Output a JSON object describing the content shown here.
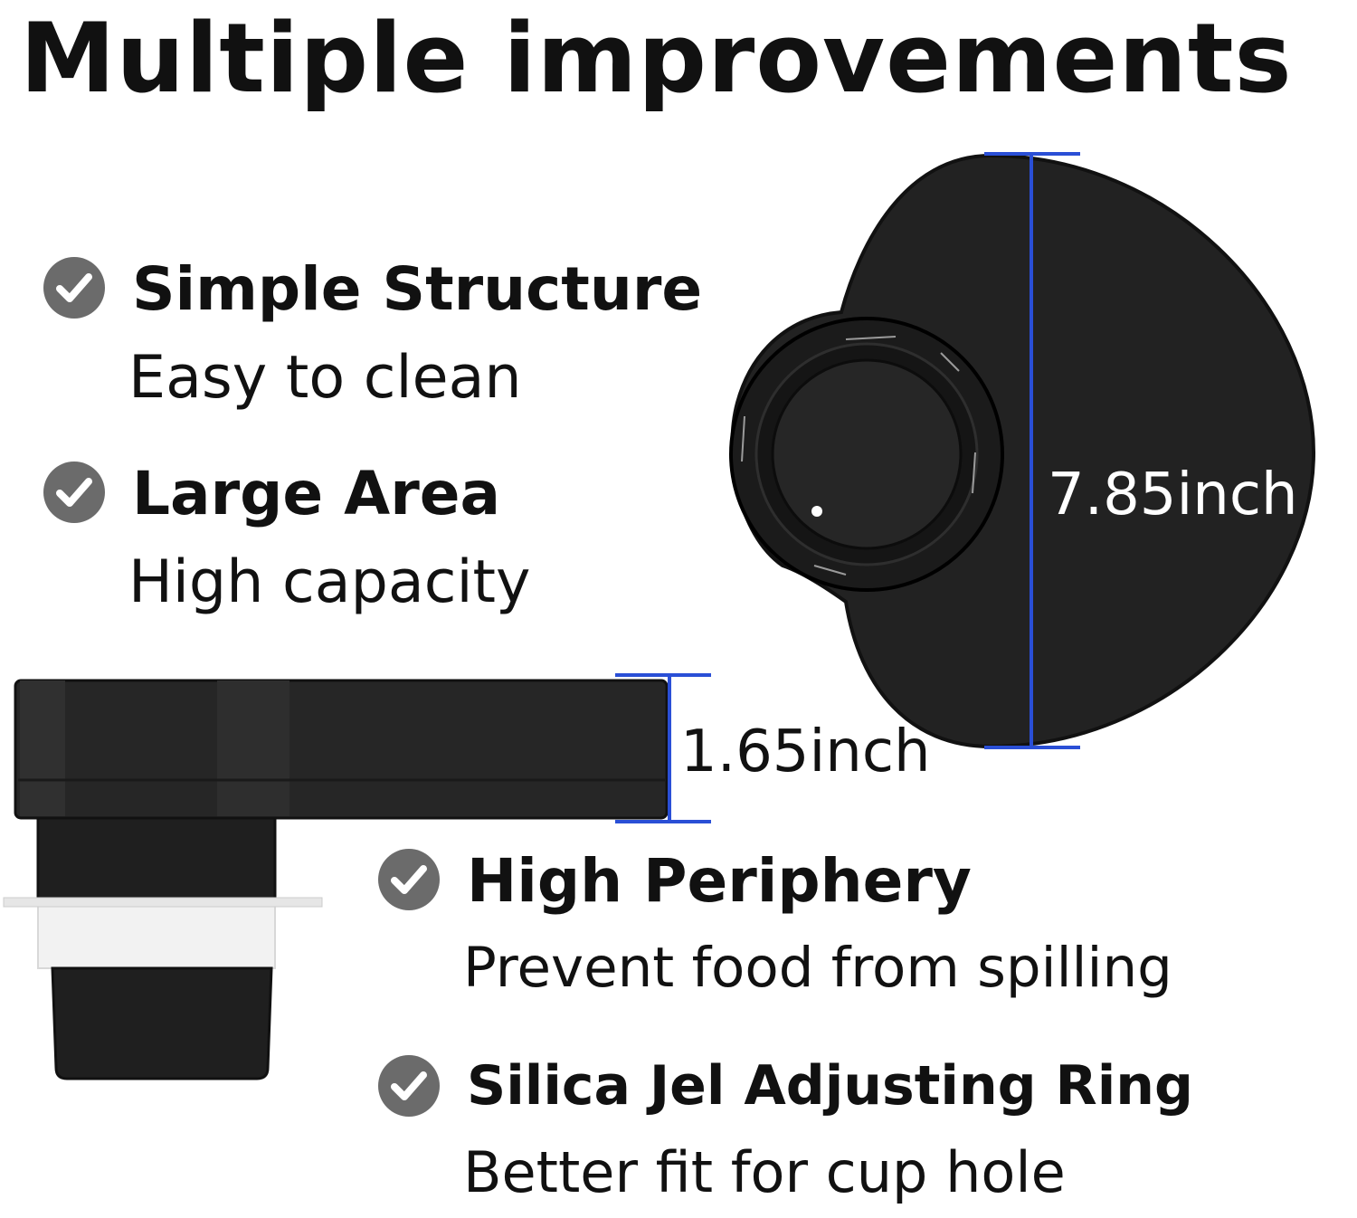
{
  "title": "Multiple improvements",
  "features": [
    {
      "title": "Simple Structure",
      "subtitle": "Easy to clean"
    },
    {
      "title": "Large Area",
      "subtitle": "High capacity"
    },
    {
      "title": "High Periphery",
      "subtitle": "Prevent food from spilling"
    },
    {
      "title": "Silica Jel Adjusting Ring",
      "subtitle": "Better fit for cup hole"
    }
  ],
  "dimensions": {
    "diameter": "7.85inch",
    "height": "1.65inch"
  },
  "colors": {
    "product": "#1f1f1f",
    "dimension_line": "#2a4fd6",
    "check_badge": "#6b6b6b",
    "text": "#111111"
  },
  "icons": [
    "check-icon"
  ]
}
